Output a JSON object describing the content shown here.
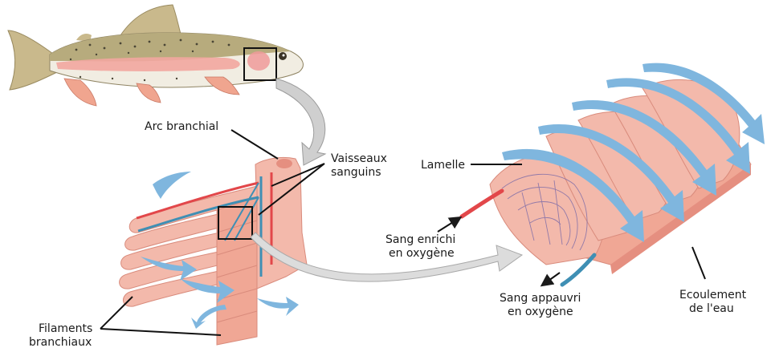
{
  "labels": {
    "arc_branchial": "Arc branchial",
    "vaisseaux_1": "Vaisseaux",
    "vaisseaux_2": "sanguins",
    "lamelle": "Lamelle",
    "sang_enrichi_1": "Sang enrichi",
    "sang_enrichi_2": "en oxygène",
    "filaments_1": "Filaments",
    "filaments_2": "branchiaux",
    "sang_appauvri_1": "Sang appauvri",
    "sang_appauvri_2": "en oxygène",
    "ecoulement_1": "Ecoulement",
    "ecoulement_2": "de l'eau"
  },
  "colors": {
    "tissue": "#f3b9ab",
    "tissue_dark": "#e58f80",
    "artery_red": "#e2474a",
    "vein_blue": "#3f8fb4",
    "water_arrow": "#7fb6de",
    "connector_arrow": "#cfcfcf",
    "fish_back": "#b7ab7d",
    "fish_belly": "#f1ede2",
    "fish_stripe": "#f2a6a0"
  }
}
